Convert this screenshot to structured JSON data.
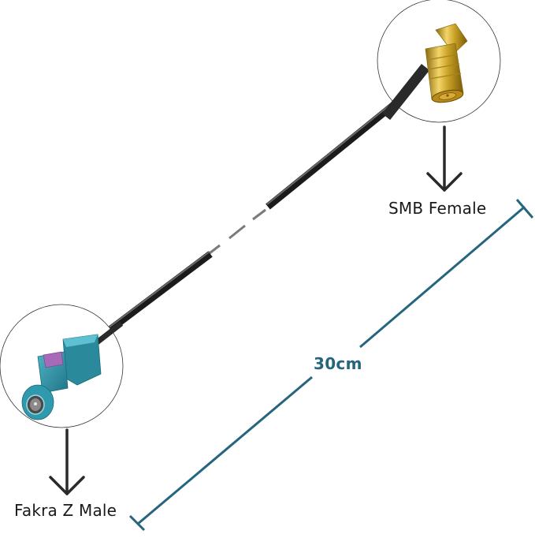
{
  "figure": {
    "title": "Fakra Z Male to SMB Female cable diagram",
    "connectors": [
      {
        "id": "smb",
        "label": "SMB Female",
        "icon": "smb-right-angle-connector-icon",
        "color": "#c9a227"
      },
      {
        "id": "fakra",
        "label": "Fakra Z Male",
        "icon": "fakra-z-connector-icon",
        "color": "#2e95a8",
        "key_color": "#a66ab8"
      }
    ],
    "dimension": {
      "label": "30cm",
      "value": 30,
      "unit": "cm",
      "color": "#25657d"
    },
    "cable": {
      "color": "#2a2a2a",
      "break_color": "#7a7a7a"
    }
  }
}
